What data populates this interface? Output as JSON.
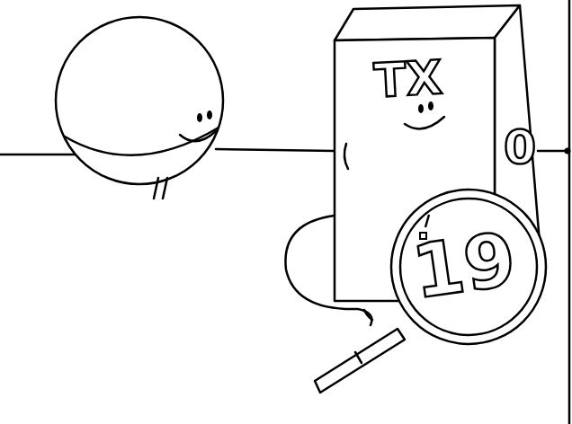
{
  "diagram": {
    "nodes": [
      {
        "text": [
          "TX",
          "0"
        ]
      },
      {
        "text": [
          "19"
        ]
      }
    ]
  }
}
